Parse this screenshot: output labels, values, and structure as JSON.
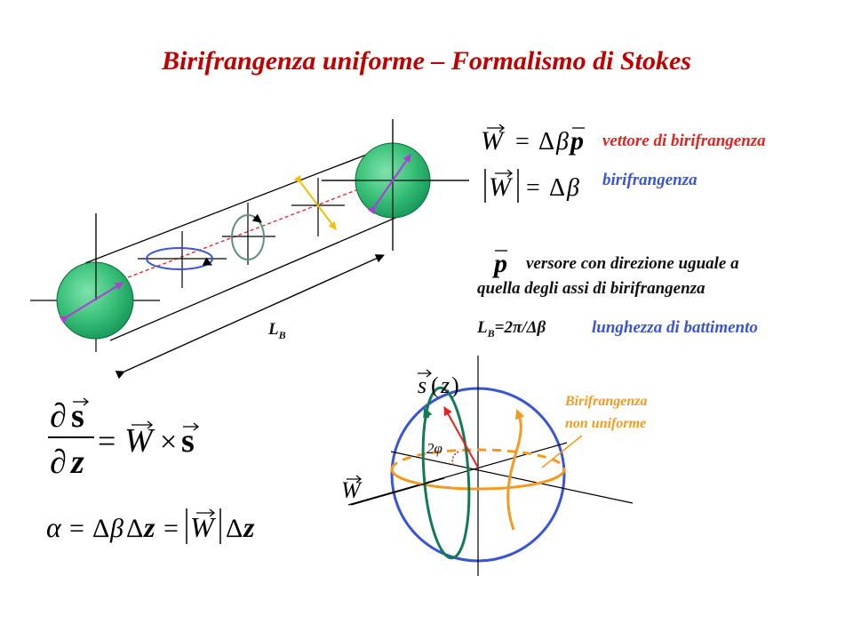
{
  "title": "Birifrangenza uniforme – Formalismo di Stokes",
  "labels": {
    "vettore": "vettore di birifrangenza",
    "birifrangenza": "birifrangenza",
    "versore_line1": "versore con direzione uguale a",
    "versore_line2": "quella degli assi di birifrangenza",
    "lb_formula": "=2π/Δβ",
    "lb_desc": "lunghezza di battimento",
    "lb_label": "L",
    "lb_sub": "B",
    "nonuniform_line1": "Birifrangenza",
    "nonuniform_line2": "non uniforme",
    "two_phi": "2φ"
  },
  "colors": {
    "title": "#c00000",
    "red_text": "#e8201f",
    "blue_text": "#3a55d4",
    "sphere_outline": "#3a55d4",
    "green_circle": "#127a55",
    "orange": "#f39a1f",
    "dashed_red": "#e8201f",
    "arrow_magenta": "#b03bd8",
    "arrow_yellow": "#f0c000",
    "ball_green": "#3cc27a"
  }
}
